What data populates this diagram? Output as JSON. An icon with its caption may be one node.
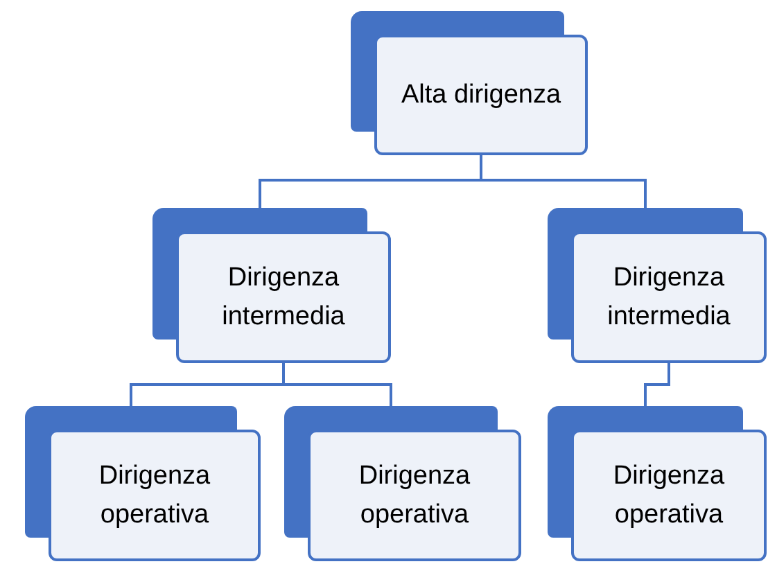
{
  "diagram": {
    "nodes": [
      {
        "text": [
          "Alta dirigenza"
        ]
      },
      {
        "text": [
          "Dirigenza intermedia"
        ]
      },
      {
        "text": [
          "Dirigenza intermedia"
        ]
      },
      {
        "text": [
          "Dirigenza operativa"
        ]
      },
      {
        "text": [
          "Dirigenza operativa"
        ]
      },
      {
        "text": [
          "Dirigenza operativa"
        ]
      }
    ],
    "edges": [
      {
        "from": 0,
        "to": 1,
        "arrow": "none"
      },
      {
        "from": 0,
        "to": 2,
        "arrow": "none"
      },
      {
        "from": 1,
        "to": 3,
        "arrow": "none"
      },
      {
        "from": 1,
        "to": 4,
        "arrow": "none"
      },
      {
        "from": 2,
        "to": 5,
        "arrow": "none"
      }
    ]
  }
}
